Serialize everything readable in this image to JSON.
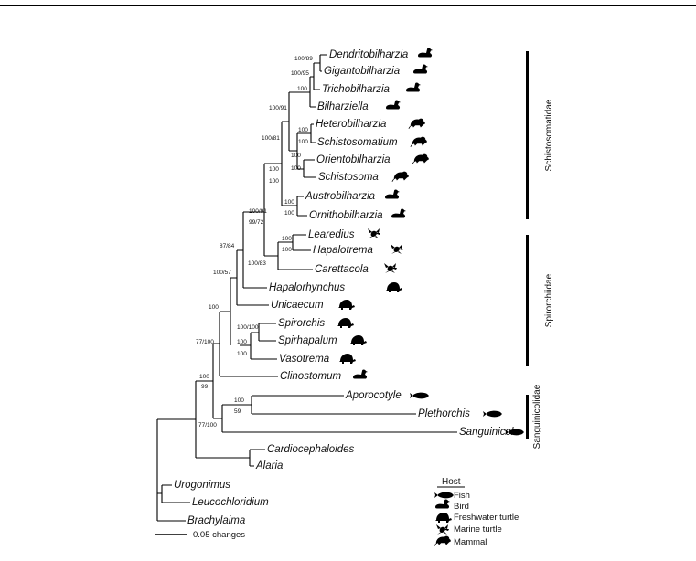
{
  "taxa": [
    {
      "name": "Dendritobilharzia",
      "host": "bird-icon"
    },
    {
      "name": "Gigantobilharzia",
      "host": "bird-icon"
    },
    {
      "name": "Trichobilharzia",
      "host": "bird-icon"
    },
    {
      "name": "Bilharziella",
      "host": "bird-icon"
    },
    {
      "name": "Heterobilharzia",
      "host": "mammal-icon"
    },
    {
      "name": "Schistosomatium",
      "host": "mammal-icon"
    },
    {
      "name": "Orientobilharzia",
      "host": "mammal-icon"
    },
    {
      "name": "Schistosoma",
      "host": "mammal-icon"
    },
    {
      "name": "Austrobilharzia",
      "host": "bird-icon"
    },
    {
      "name": "Ornithobilharzia",
      "host": "bird-icon"
    },
    {
      "name": "Learedius",
      "host": "marine-turtle-icon"
    },
    {
      "name": "Hapalotrema",
      "host": "marine-turtle-icon"
    },
    {
      "name": "Carettacola",
      "host": "marine-turtle-icon"
    },
    {
      "name": "Hapalorhynchus",
      "host": "freshwater-turtle-icon"
    },
    {
      "name": "Unicaecum",
      "host": "freshwater-turtle-icon"
    },
    {
      "name": "Spirorchis",
      "host": "freshwater-turtle-icon"
    },
    {
      "name": "Spirhapalum",
      "host": "freshwater-turtle-icon"
    },
    {
      "name": "Vasotrema",
      "host": "freshwater-turtle-icon"
    },
    {
      "name": "Clinostomum",
      "host": "bird-icon"
    },
    {
      "name": "Aporocotyle",
      "host": "fish-icon"
    },
    {
      "name": "Plethorchis",
      "host": "fish-icon"
    },
    {
      "name": "Sanguinicola",
      "host": "fish-icon"
    },
    {
      "name": "Cardiocephaloides",
      "host": ""
    },
    {
      "name": "Alaria",
      "host": ""
    },
    {
      "name": "Urogonimus",
      "host": ""
    },
    {
      "name": "Leucochloridium",
      "host": ""
    },
    {
      "name": "Brachylaima",
      "host": ""
    }
  ],
  "support": {
    "dg": "100/89",
    "dgt": "100/95",
    "dgtb": "100",
    "hs": "100",
    "os": "100",
    "hsos": "100",
    "hsos_b": "100",
    "ao": "100",
    "ao_b": "100",
    "birdmam": "100/81",
    "schist": "100/91",
    "lh": "100",
    "lh_b": "100",
    "lhc": "100/83",
    "schsp": "100",
    "schsp_b": "100",
    "big": "100/91",
    "big2": "99/72",
    "fw": "87/84",
    "sv": "100/100",
    "svv": "100",
    "svv_b": "100",
    "sch_fw": "100/57",
    "clino": "100",
    "clino_b": "99",
    "ap": "100",
    "ap_b": "59",
    "sang": "77/100"
  },
  "clades": {
    "schistosomatidae": "Schistosomatidae",
    "spirorchiidae": "Spirorchiidae",
    "sanguinicolidae": "Sanguinicolidae"
  },
  "scale_label": "0.05 changes",
  "legend": {
    "title": "Host",
    "items": [
      {
        "label": "Fish",
        "icon": "fish-icon"
      },
      {
        "label": "Bird",
        "icon": "bird-icon"
      },
      {
        "label": "Freshwater turtle",
        "icon": "freshwater-turtle-icon"
      },
      {
        "label": "Marine turtle",
        "icon": "marine-turtle-icon"
      },
      {
        "label": "Mammal",
        "icon": "mammal-icon"
      }
    ]
  }
}
